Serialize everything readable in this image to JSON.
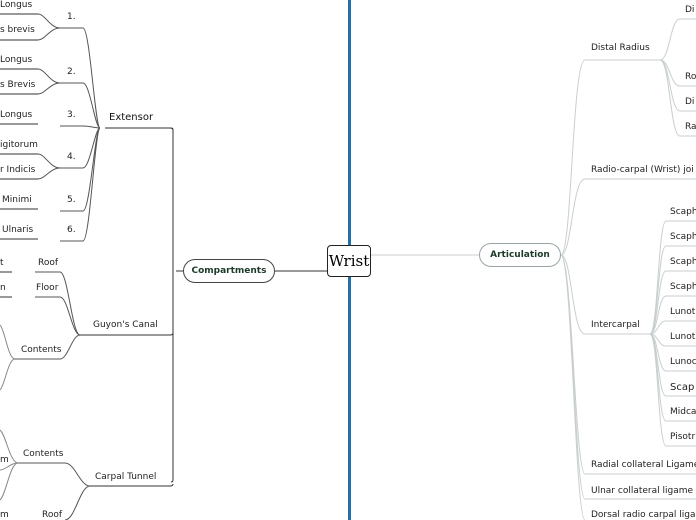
{
  "root": {
    "label": "Wrist"
  },
  "colors": {
    "divider": "#1f6fa8",
    "line_dark": "#333333",
    "line_light": "#c8ced0",
    "node_text": "#1c3a2a"
  },
  "left": {
    "main": {
      "label": "Compartments"
    },
    "extensor": {
      "label": "Extensor",
      "numbers": [
        "1.",
        "2.",
        "3.",
        "4.",
        "5.",
        "6."
      ],
      "muscles": [
        "Longus",
        "s brevis",
        "Longus",
        "s Brevis",
        "Longus",
        "igitorum",
        "r Indicis",
        "Minimi",
        "Ulnaris"
      ]
    },
    "guyon": {
      "label": "Guyon's Canal",
      "roof": "Roof",
      "roof_left": "t",
      "floor": "Floor",
      "floor_left": "n",
      "contents": "Contents"
    },
    "carpal_tunnel": {
      "label": "Carpal Tunnel",
      "contents": "Contents",
      "contents_left": "m",
      "roof": "Roof",
      "roof_left": "m"
    }
  },
  "right": {
    "main": {
      "label": "Articulation"
    },
    "distal_radius": {
      "label": "Distal Radius",
      "children": [
        "Di",
        "Ro",
        "Di",
        "Ra"
      ]
    },
    "radiocarpal": {
      "label": "Radio-carpal (Wrist) joi"
    },
    "intercarpal": {
      "label": "Intercarpal",
      "children": [
        "Scaph",
        "Scaph",
        "Scaph",
        "Scaph",
        "Lunot",
        "Lunot",
        "Lunoc",
        "Scap",
        "Midca",
        "Pisotr"
      ]
    },
    "radial_collateral": {
      "label": "Radial collateral Ligame"
    },
    "ulnar_collateral": {
      "label": "Ulnar collateral ligame"
    },
    "dorsal_radio_carpal": {
      "label": "Dorsal radio carpal liga"
    }
  }
}
